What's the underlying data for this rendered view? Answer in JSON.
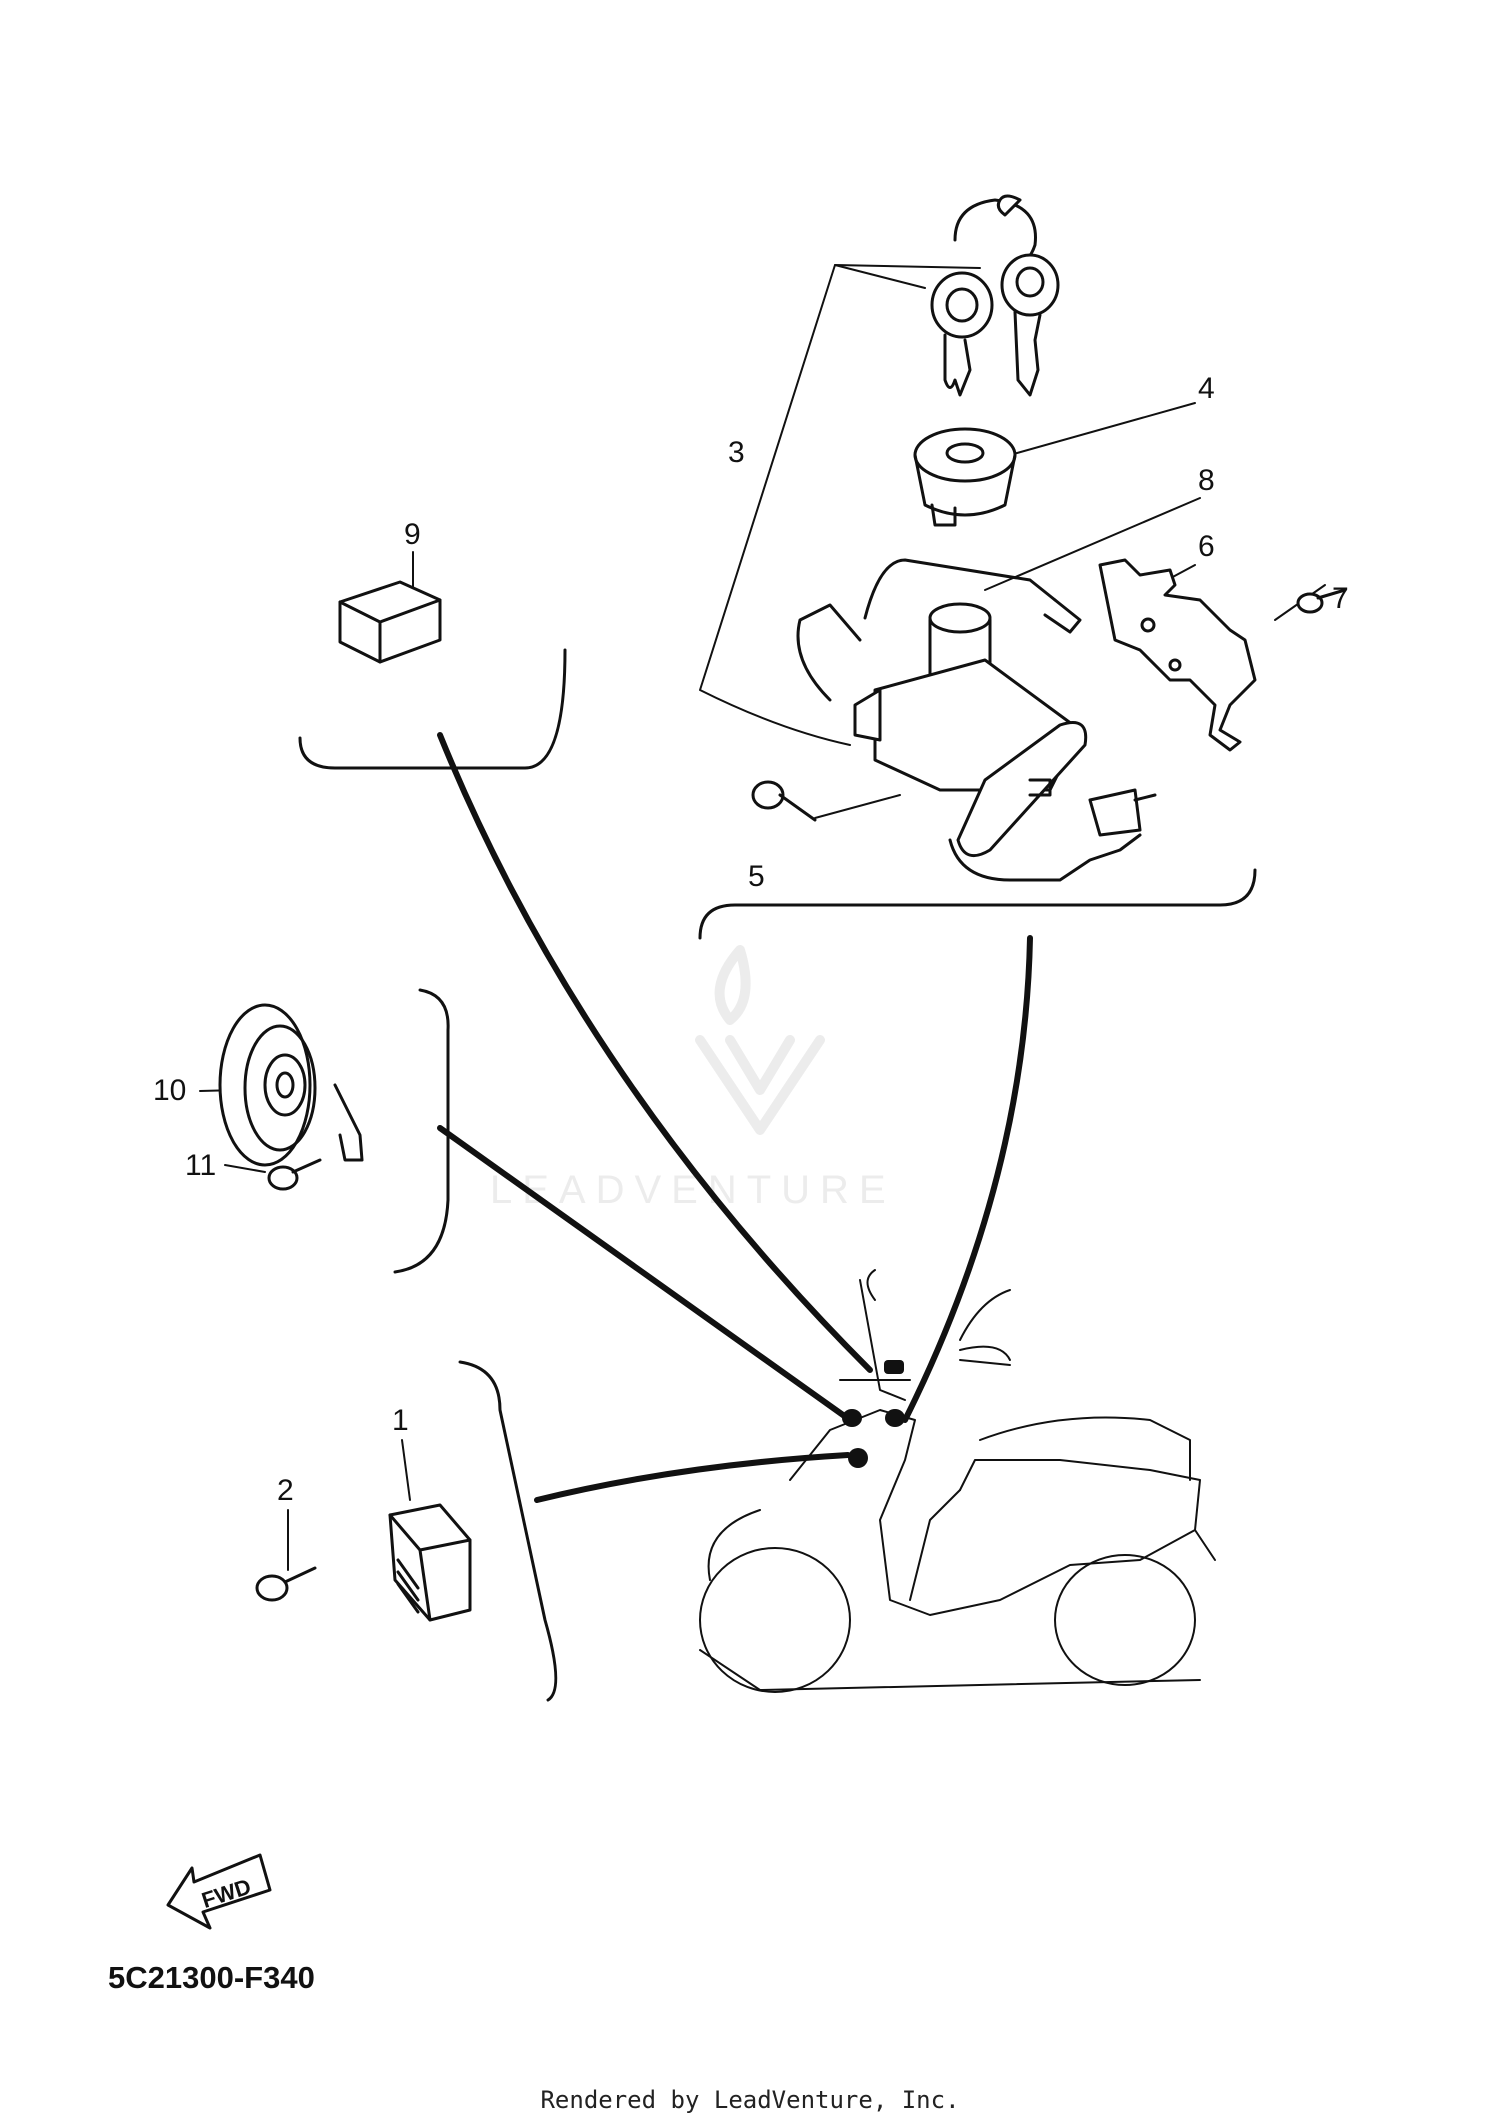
{
  "callouts": [
    {
      "id": "1",
      "label": "1"
    },
    {
      "id": "2",
      "label": "2"
    },
    {
      "id": "3",
      "label": "3"
    },
    {
      "id": "4",
      "label": "4"
    },
    {
      "id": "5",
      "label": "5"
    },
    {
      "id": "6",
      "label": "6"
    },
    {
      "id": "7",
      "label": "7"
    },
    {
      "id": "8",
      "label": "8"
    },
    {
      "id": "9",
      "label": "9"
    },
    {
      "id": "10",
      "label": "10"
    },
    {
      "id": "11",
      "label": "11"
    }
  ],
  "fwd_label": "FWD",
  "diagram_code": "5C21300-F340",
  "watermark": "LEADVENTURE",
  "footer": "Rendered by LeadVenture, Inc."
}
